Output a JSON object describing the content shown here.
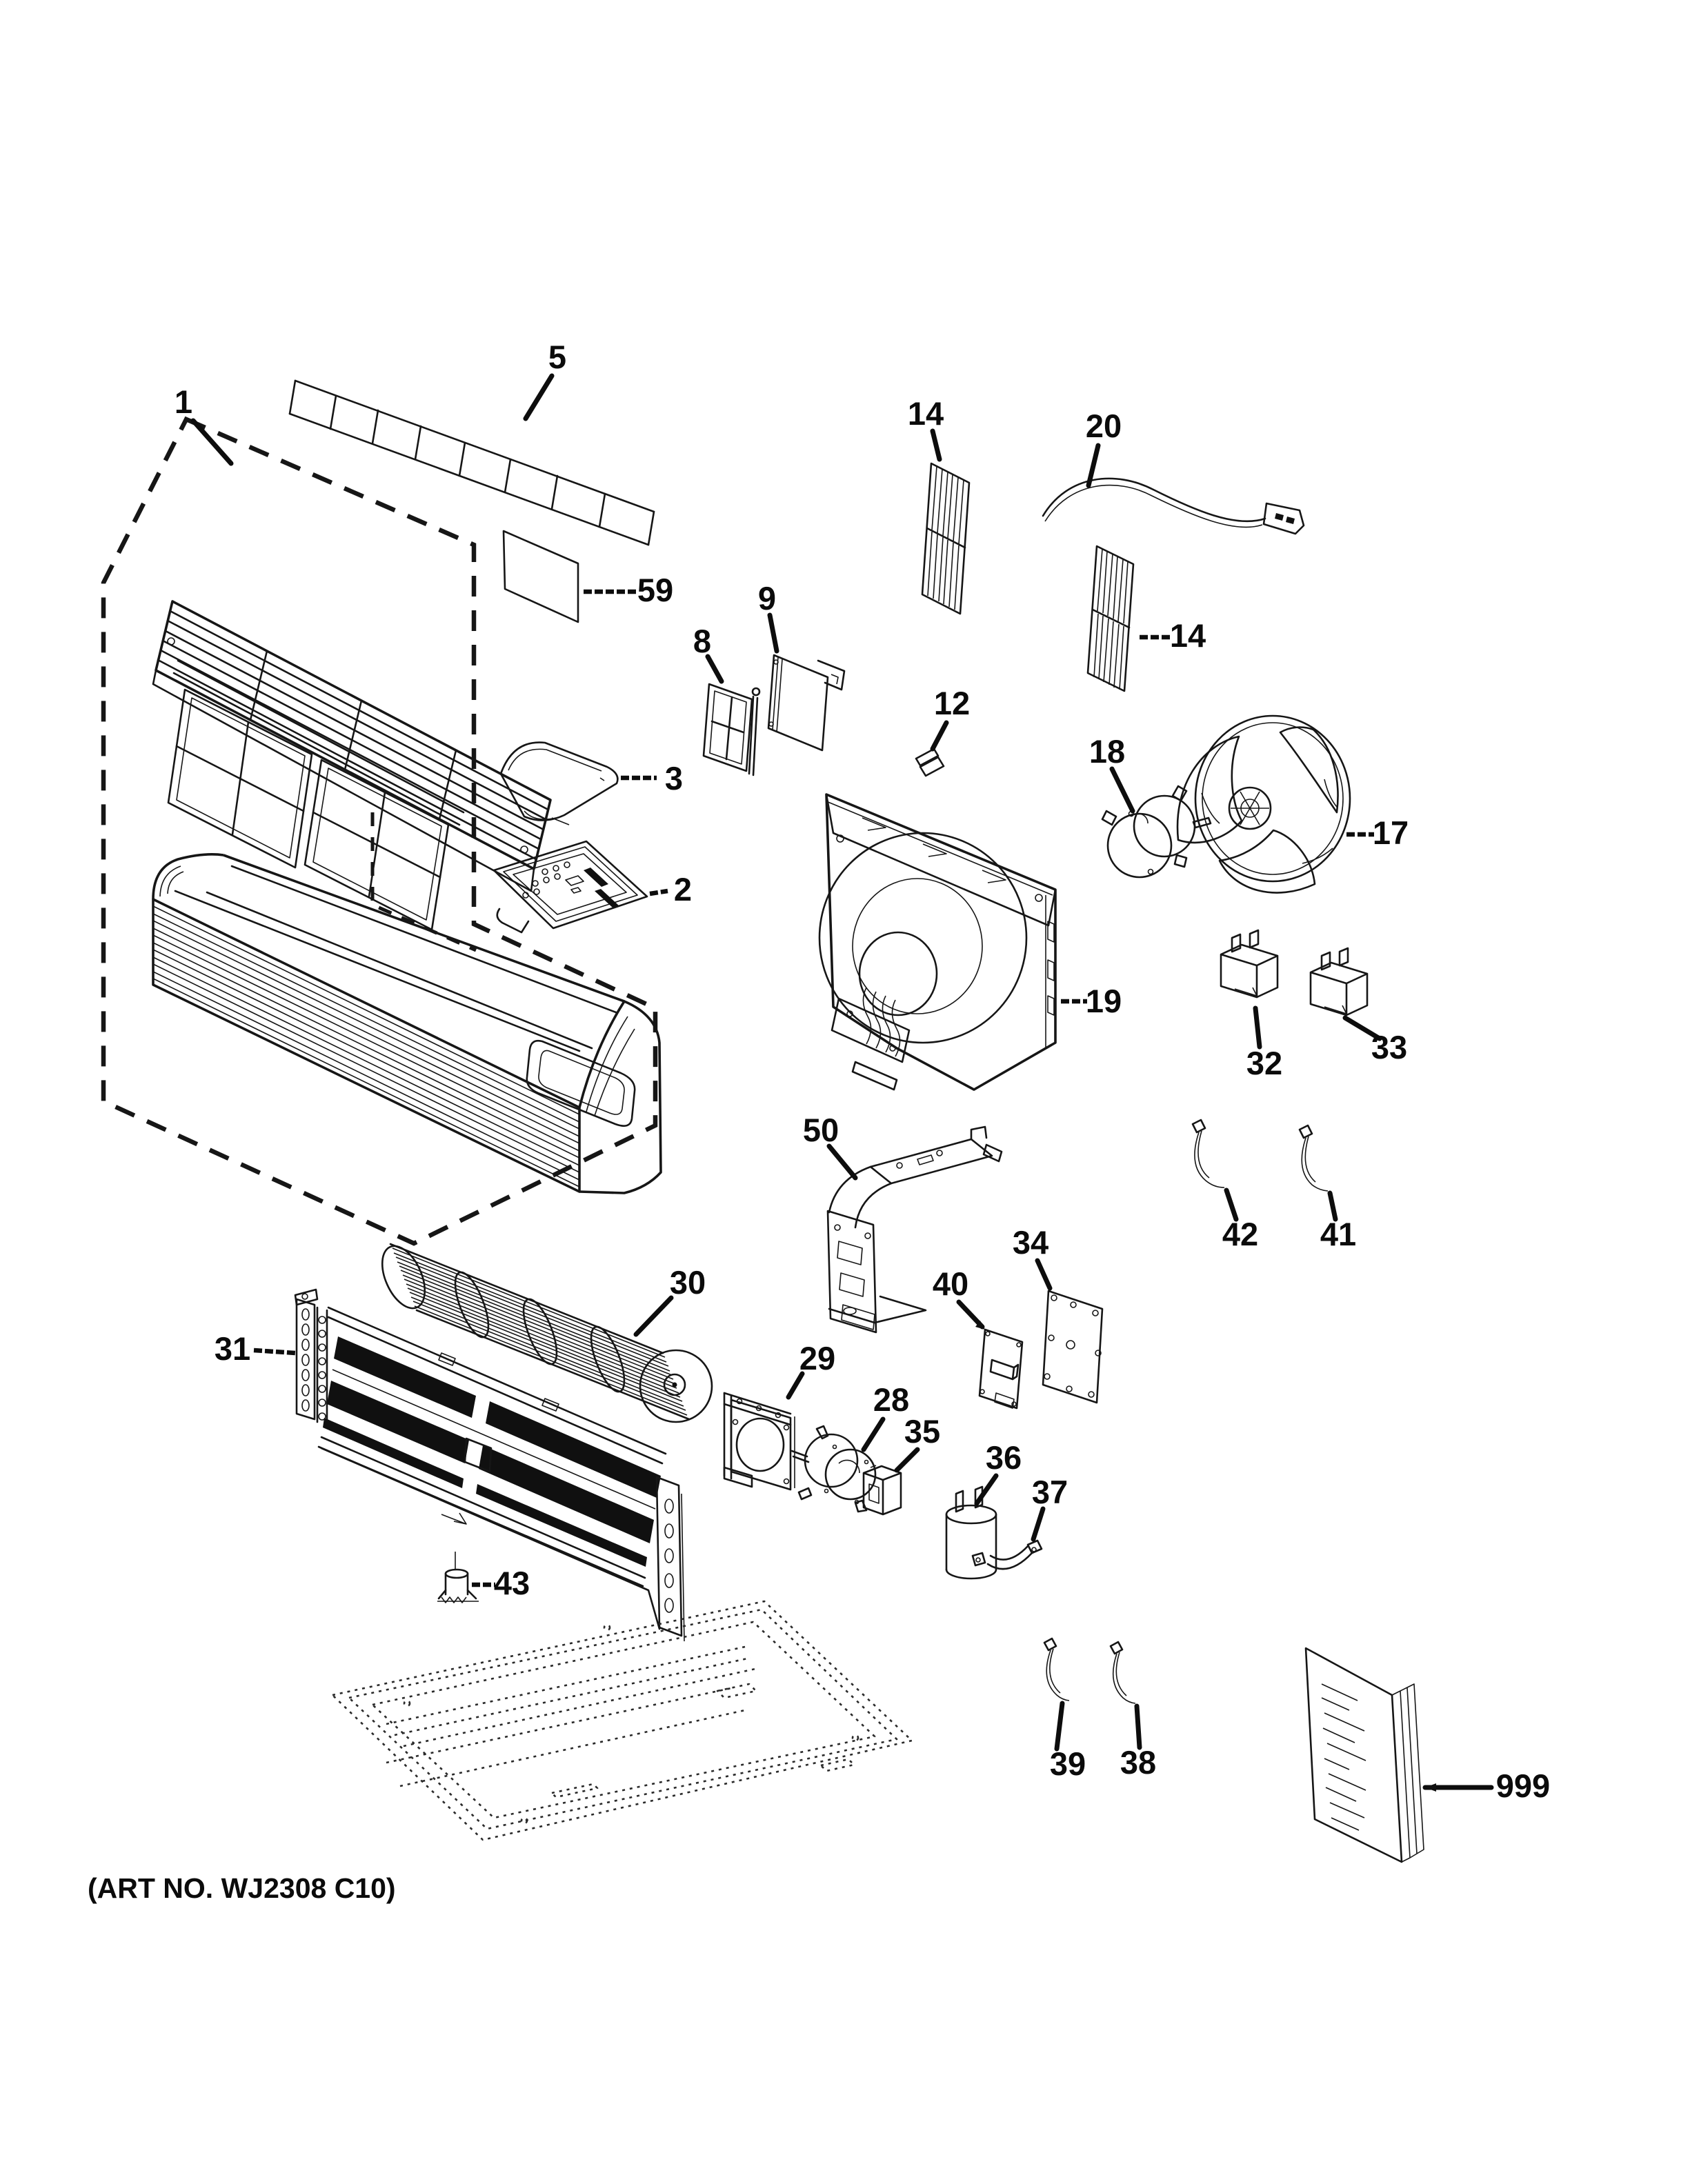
{
  "diagram": {
    "art_no": "(ART NO. WJ2308 C10)",
    "callouts": [
      {
        "id": "1",
        "label": "1",
        "part": "room-cabinet-group-outline"
      },
      {
        "id": "5",
        "label": "5",
        "part": "grille-trim-strip"
      },
      {
        "id": "59",
        "label": "59",
        "part": "label-plate"
      },
      {
        "id": "3",
        "label": "3",
        "part": "control-access-door"
      },
      {
        "id": "2",
        "label": "2",
        "part": "control-panel"
      },
      {
        "id": "8",
        "label": "8",
        "part": "filter-frame"
      },
      {
        "id": "9",
        "label": "9",
        "part": "side-panel"
      },
      {
        "id": "14a",
        "label": "14",
        "part": "louvered-grille-left"
      },
      {
        "id": "20",
        "label": "20",
        "part": "power-cord"
      },
      {
        "id": "14b",
        "label": "14",
        "part": "louvered-grille-right"
      },
      {
        "id": "12",
        "label": "12",
        "part": "clip"
      },
      {
        "id": "18",
        "label": "18",
        "part": "condenser-fan-motor"
      },
      {
        "id": "17",
        "label": "17",
        "part": "condenser-fan-blade"
      },
      {
        "id": "19",
        "label": "19",
        "part": "condenser-fan-shroud"
      },
      {
        "id": "32",
        "label": "32",
        "part": "capacitor-box-left"
      },
      {
        "id": "33",
        "label": "33",
        "part": "capacitor-box-right"
      },
      {
        "id": "50",
        "label": "50",
        "part": "sheet-metal-bracket"
      },
      {
        "id": "42",
        "label": "42",
        "part": "sensor-wire-upper-left"
      },
      {
        "id": "41",
        "label": "41",
        "part": "sensor-wire-upper-right"
      },
      {
        "id": "30",
        "label": "30",
        "part": "blower-wheel"
      },
      {
        "id": "31",
        "label": "31",
        "part": "indoor-coil-assembly"
      },
      {
        "id": "29",
        "label": "29",
        "part": "motor-mount-bracket"
      },
      {
        "id": "28",
        "label": "28",
        "part": "blower-motor"
      },
      {
        "id": "40",
        "label": "40",
        "part": "connector-plate"
      },
      {
        "id": "34",
        "label": "34",
        "part": "control-board-plate"
      },
      {
        "id": "35",
        "label": "35",
        "part": "transformer-box"
      },
      {
        "id": "36",
        "label": "36",
        "part": "run-capacitor"
      },
      {
        "id": "37",
        "label": "37",
        "part": "capacitor-strap"
      },
      {
        "id": "43",
        "label": "43",
        "part": "drain-check-valve"
      },
      {
        "id": "39",
        "label": "39",
        "part": "sensor-wire-lower-left"
      },
      {
        "id": "38",
        "label": "38",
        "part": "sensor-wire-lower-right"
      },
      {
        "id": "999",
        "label": "999",
        "part": "owners-manual"
      }
    ]
  }
}
